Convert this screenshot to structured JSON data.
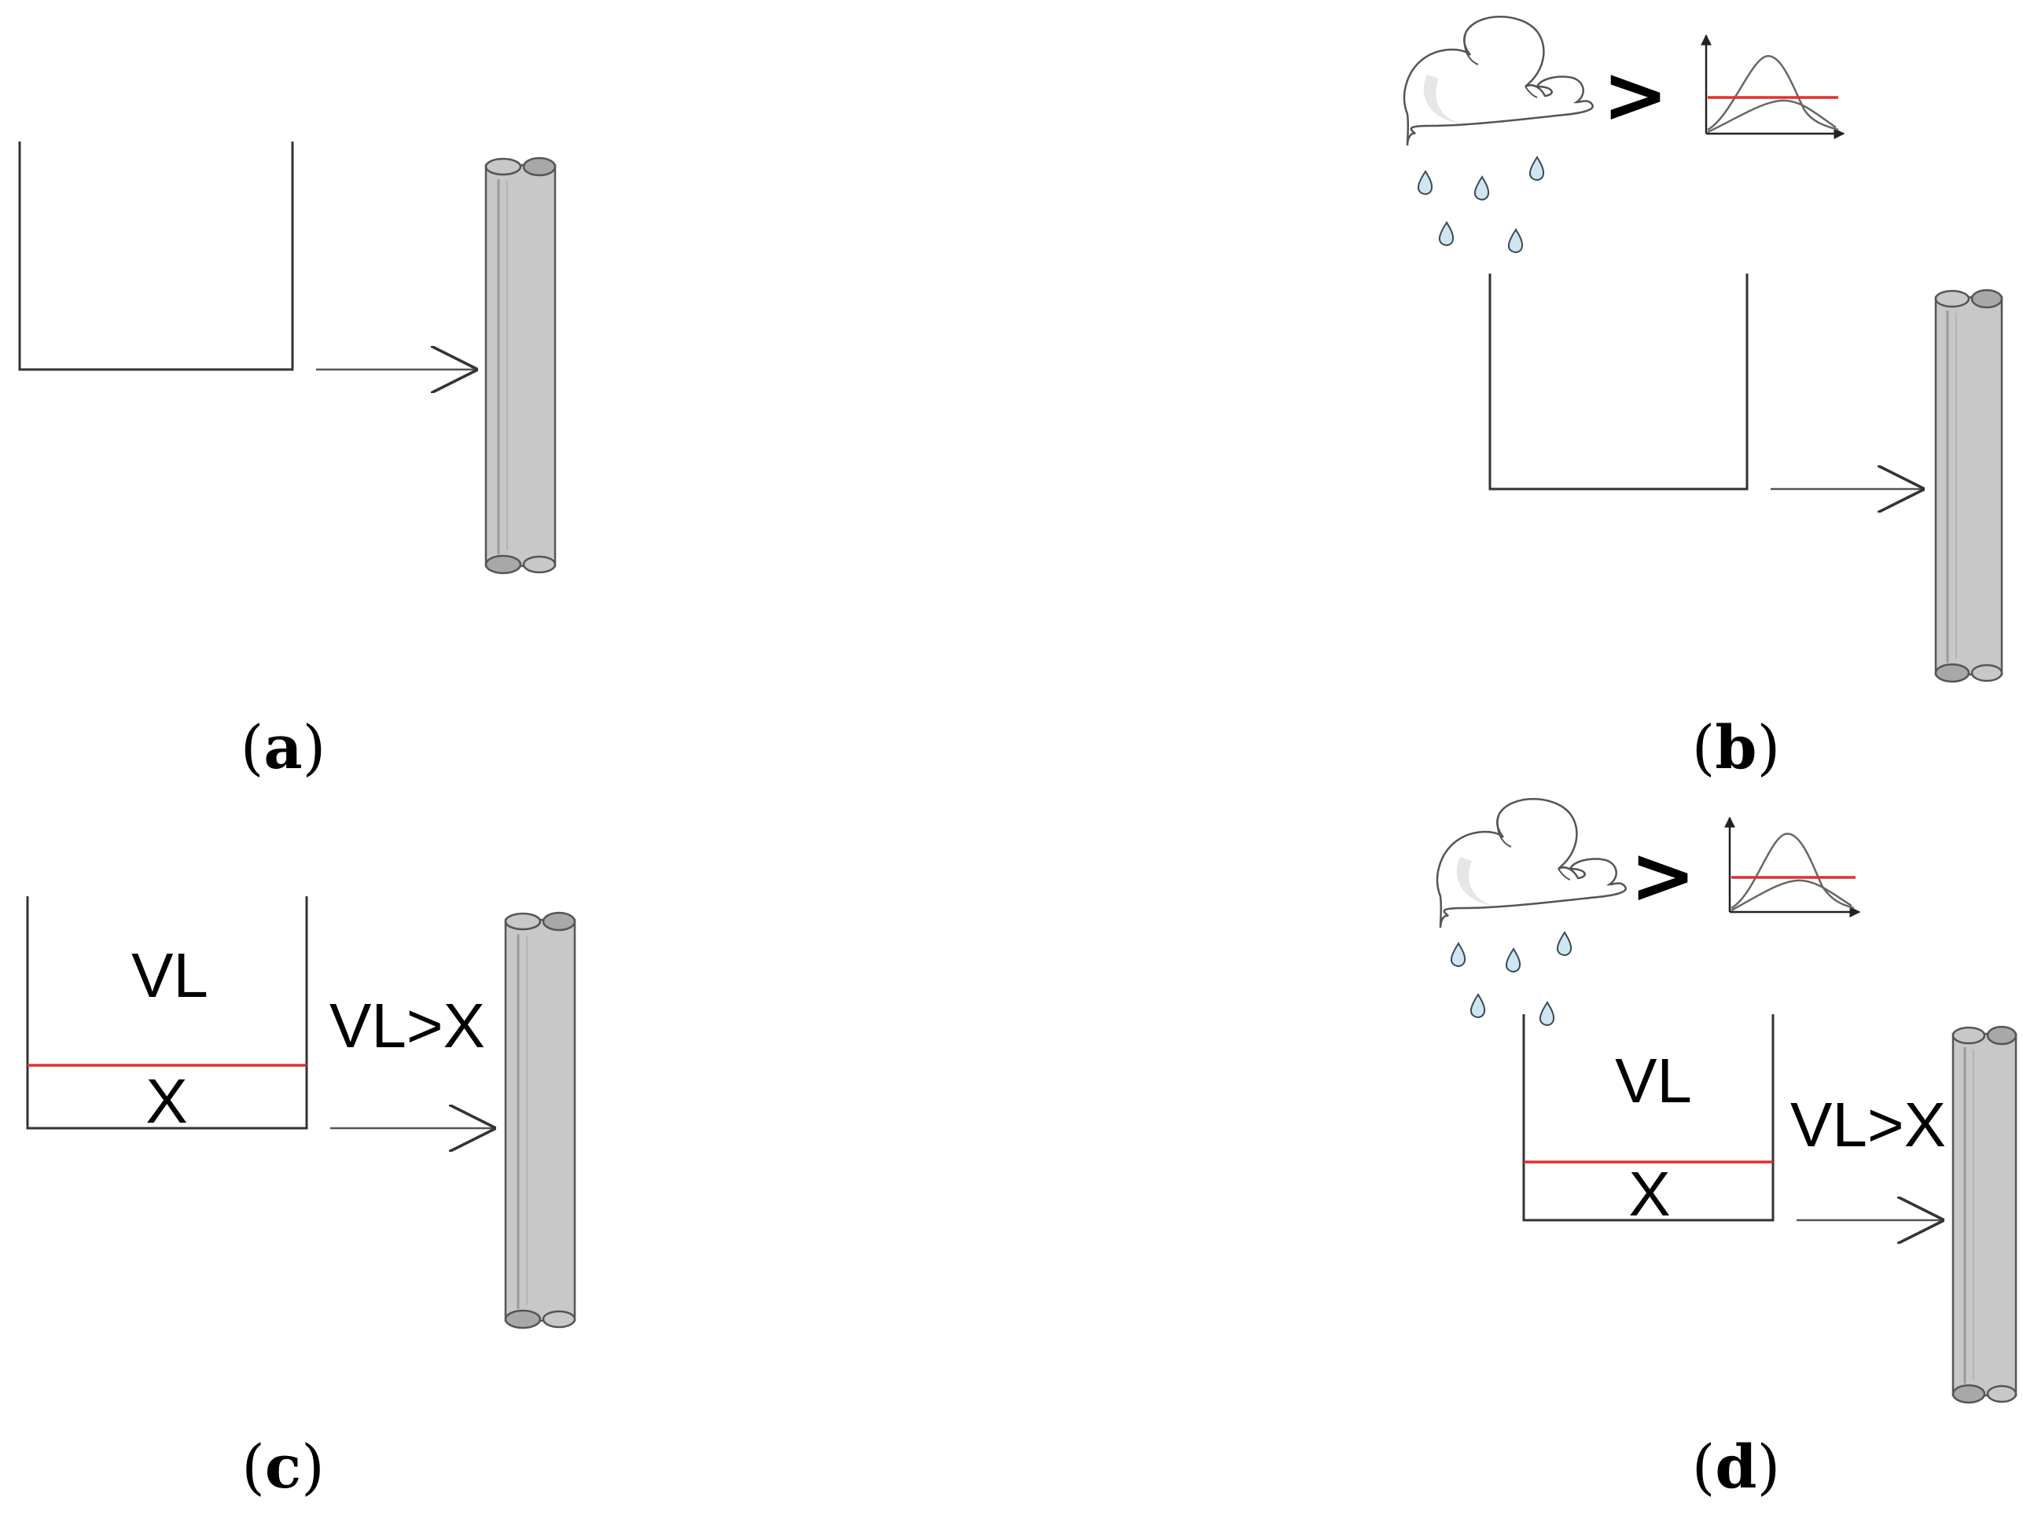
{
  "colors": {
    "line": "#333333",
    "threshold": "#e03030",
    "pipe_fill": "#c8c8c8",
    "pipe_stroke": "#555555",
    "drop_fill": "#cfe6f2",
    "drop_stroke": "#3a4a55",
    "cloud_shade": "#e6e6e6"
  },
  "panels": {
    "a": {
      "label": "a"
    },
    "b": {
      "label": "b",
      "comparison_symbol": ">"
    },
    "c": {
      "label": "c",
      "upper_volume": "VL",
      "threshold_volume": "X",
      "condition": "VL>X"
    },
    "d": {
      "label": "d",
      "comparison_symbol": ">",
      "upper_volume": "VL",
      "threshold_volume": "X",
      "condition": "VL>X"
    }
  }
}
